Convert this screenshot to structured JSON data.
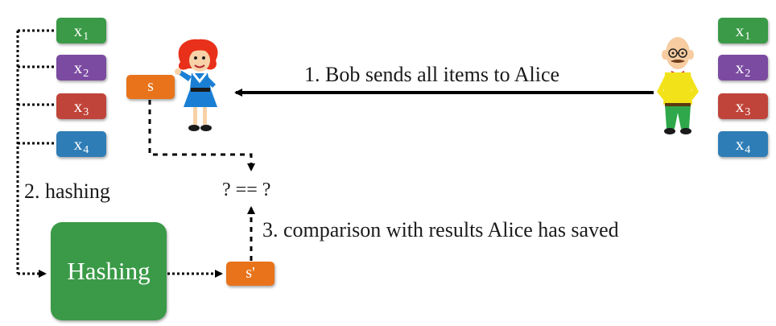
{
  "items": [
    {
      "name": "x",
      "sub": "1",
      "color": "#3a9a47"
    },
    {
      "name": "x",
      "sub": "2",
      "color": "#7b4ba1"
    },
    {
      "name": "x",
      "sub": "3",
      "color": "#c0443a"
    },
    {
      "name": "x",
      "sub": "4",
      "color": "#2f7db6"
    }
  ],
  "colors": {
    "s_box": "#e8731a",
    "hashing_box": "#3a9a47",
    "arrow": "#000000"
  },
  "labels": {
    "step1": "1. Bob sends all items to Alice",
    "step2": "2. hashing",
    "step3": "3. comparison with results Alice has saved",
    "compare": "? == ?",
    "hashing": "Hashing",
    "s": "s",
    "s_prime": "s'"
  },
  "icons": {
    "alice": "alice-cartoon-icon",
    "bob": "bob-cartoon-icon"
  }
}
